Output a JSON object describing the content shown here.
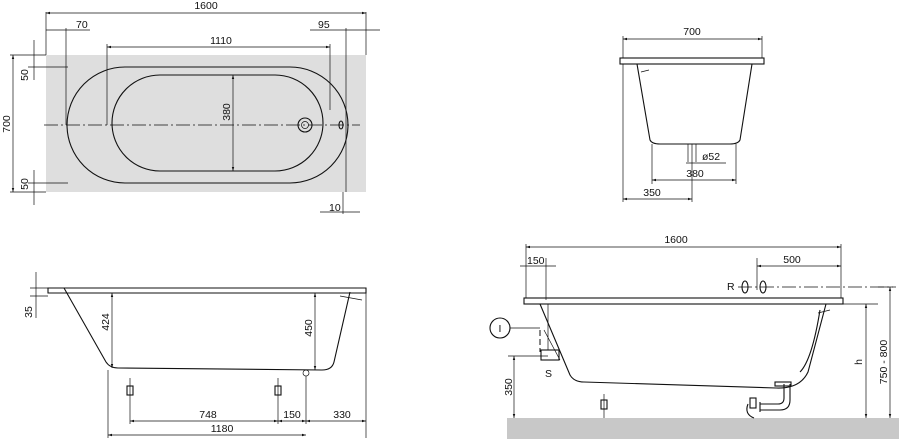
{
  "top_view": {
    "overall_length": "1600",
    "left_inset": "70",
    "right_inset": "95",
    "inner_length": "1110",
    "inner_width": "380",
    "overall_width": "700",
    "top_margin": "50",
    "bottom_margin": "50",
    "rim_offset": "10"
  },
  "end_view": {
    "overall_width": "700",
    "drain_diameter": "ø52",
    "inner_width": "380",
    "drain_offset": "350"
  },
  "side_view": {
    "rim_height": "35",
    "depth_left": "424",
    "depth_right": "450",
    "feet_spacing": "748",
    "foot_to_drain": "150",
    "drain_to_end": "330",
    "base_length": "1180"
  },
  "install_view": {
    "overall_length": "1600",
    "left_offset": "150",
    "valve_offset": "500",
    "valve_label": "R",
    "callout_label": "I",
    "support_label": "S",
    "support_height": "350",
    "height_label": "h",
    "height_range": "750 - 800"
  }
}
